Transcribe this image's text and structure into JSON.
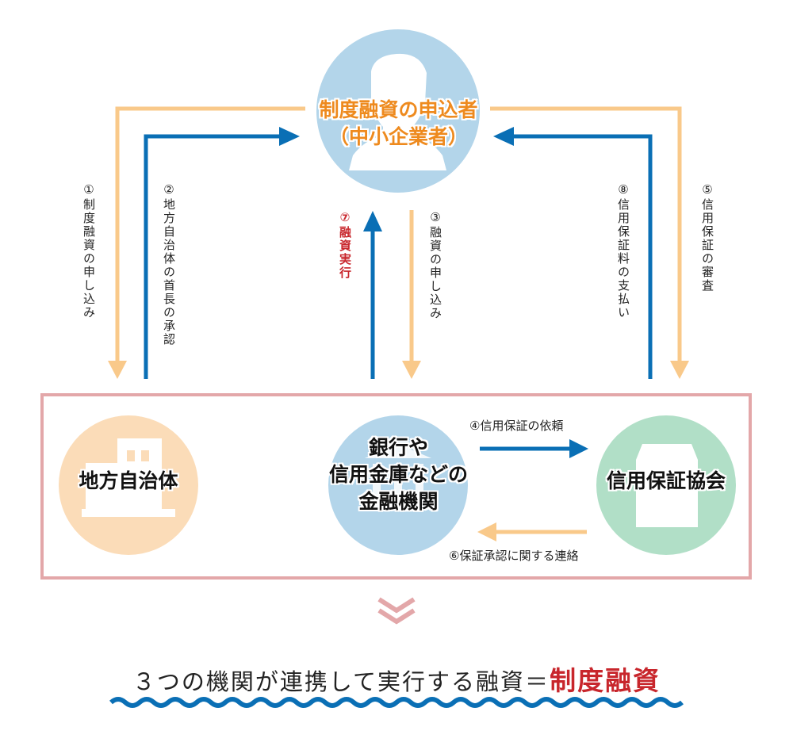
{
  "applicant": {
    "line1": "制度融資の申込者",
    "line2": "（中小企業者）",
    "icon": "person-icon"
  },
  "nodes": {
    "local_gov": {
      "label": "地方自治体",
      "icon": "building-icon"
    },
    "bank": {
      "line1": "銀行や",
      "line2": "信用金庫などの",
      "line3": "金融機関",
      "icon": "bank-icon"
    },
    "guarantee": {
      "label": "信用保証協会",
      "icon": "office-building-icon"
    }
  },
  "steps": {
    "s1": "①制度融資の申し込み",
    "s2": "②地方自治体の首長の承認",
    "s3": "③融資の申し込み",
    "s4": "④信用保証の依頼",
    "s5": "⑤信用保証の審査",
    "s6": "⑥保証承認に関する連絡",
    "s7": "⑦融資実行",
    "s8": "⑧信用保証料の支払い"
  },
  "conclusion": {
    "text": "３つの機関が連携して実行する融資＝",
    "highlight": "制度融資"
  },
  "colors": {
    "orange_arrow": "#f9c98a",
    "blue_arrow": "#0a6fb5",
    "accent_red": "#c8262c",
    "title_orange": "#ee8a1e",
    "box_border": "#e3a7a9"
  }
}
